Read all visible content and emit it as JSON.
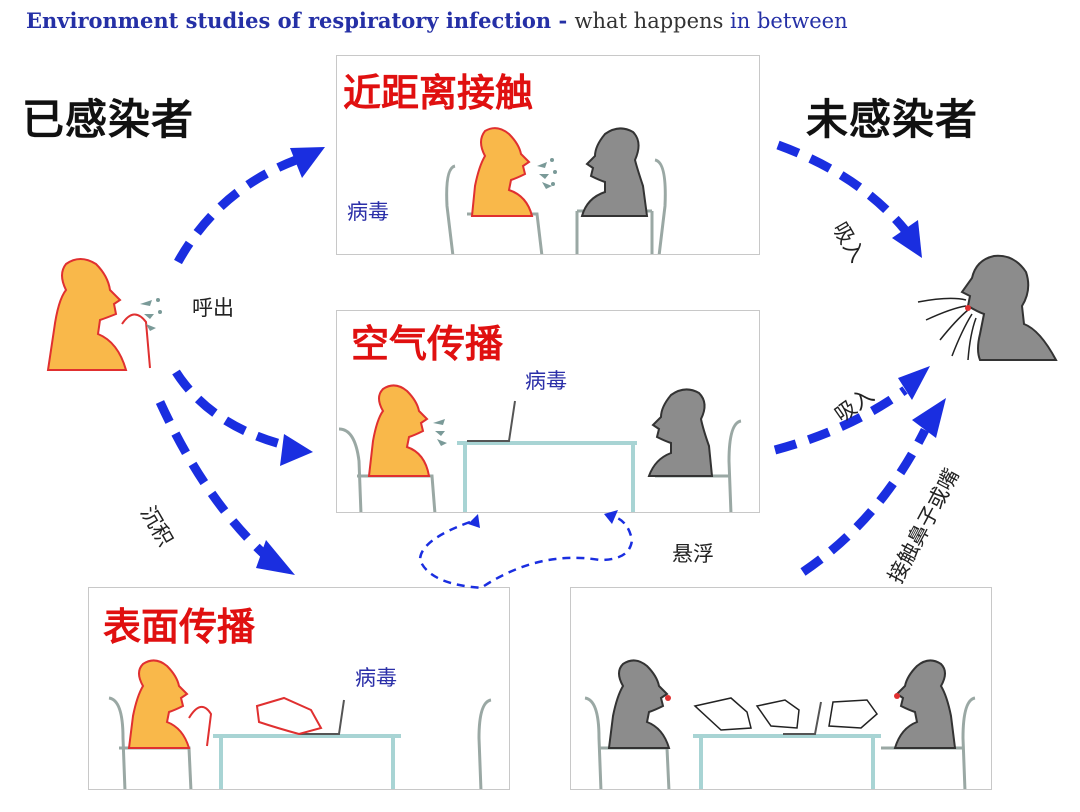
{
  "header": {
    "part1": "Environment studies of respiratory infection - ",
    "part2": "what happens ",
    "part3": "in between"
  },
  "infected_label": "已感染者",
  "uninfected_label": "未感染者",
  "panels": {
    "close_contact": {
      "title": "近距离接触",
      "virus": "病毒"
    },
    "airborne": {
      "title": "空气传播",
      "virus": "病毒"
    },
    "surface": {
      "title": "表面传播",
      "virus": "病毒"
    }
  },
  "arrow_labels": {
    "exhale": "呼出",
    "deposit": "沉积",
    "suspend": "悬浮",
    "inhale_top": "吸入",
    "inhale_mid": "吸入",
    "touch": "接触鼻子或嘴"
  },
  "colors": {
    "arrow": "#1a2ee0",
    "infected": "#f9b84a",
    "infected_outline": "#e03030",
    "uninfected": "#8c8c8c",
    "title_red": "#e01010"
  }
}
